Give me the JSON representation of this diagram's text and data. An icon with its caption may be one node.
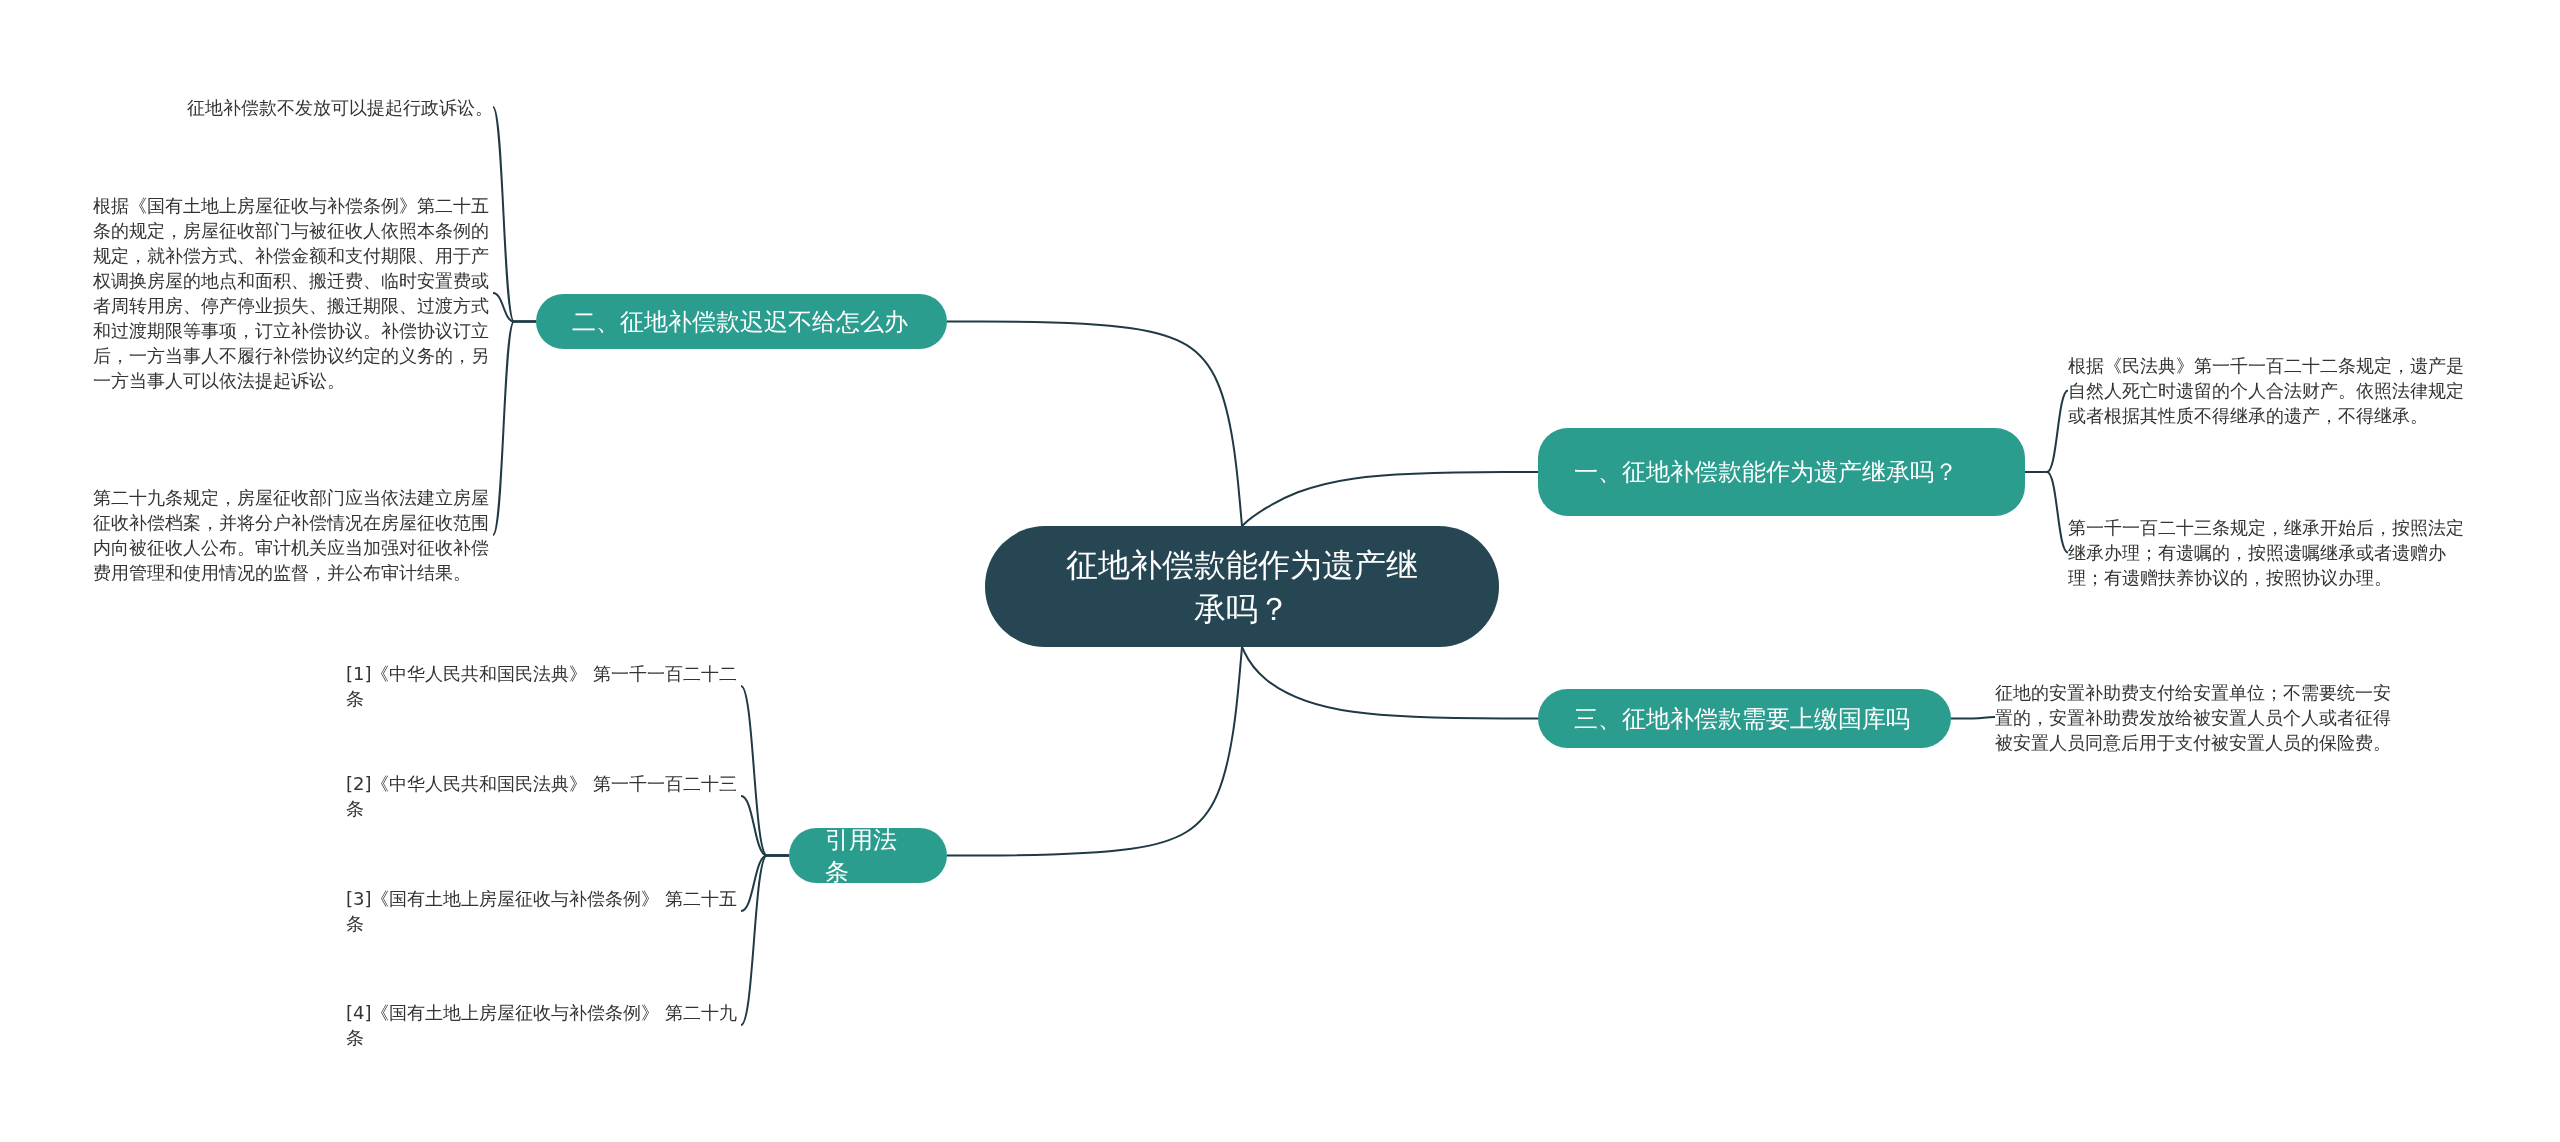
{
  "diagram": {
    "nodes": [
      {
        "text": [
          "征地补偿款能作为遗产继承吗？"
        ]
      },
      {
        "text": [
          "一、征地补偿款能作为遗产继承吗？"
        ]
      },
      {
        "text": [
          "根据《民法典》第一千一百二十二条规定，遗产是自然人死亡时遗留的个人合法财产。依照法律规定或者根据其性质不得继承的遗产，不得继承。"
        ]
      },
      {
        "text": [
          "第一千一百二十三条规定，继承开始后，按照法定继承办理；有遗嘱的，按照遗嘱继承或者遗赠办理；有遗赠扶养协议的，按照协议办理。"
        ]
      },
      {
        "text": [
          "三、征地补偿款需要上缴国库吗"
        ]
      },
      {
        "text": [
          "征地的安置补助费支付给安置单位；不需要统一安置的，安置补助费发放给被安置人员个人或者征得被安置人员同意后用于支付被安置人员的保险费。"
        ]
      },
      {
        "text": [
          "二、征地补偿款迟迟不给怎么办"
        ]
      },
      {
        "text": [
          "征地补偿款不发放可以提起行政诉讼。"
        ]
      },
      {
        "text": [
          "根据《国有土地上房屋征收与补偿条例》第二十五条的规定，房屋征收部门与被征收人依照本条例的规定，就补偿方式、补偿金额和支付期限、用于产权调换房屋的地点和面积、搬迁费、临时安置费或者周转用房、停产停业损失、搬迁期限、过渡方式和过渡期限等事项，订立补偿协议。补偿协议订立后，一方当事人不履行补偿协议约定的义务的，另一方当事人可以依法提起诉讼。"
        ]
      },
      {
        "text": [
          "第二十九条规定，房屋征收部门应当依法建立房屋征收补偿档案，并将分户补偿情况在房屋征收范围内向被征收人公布。审计机关应当加强对征收补偿费用管理和使用情况的监督，并公布审计结果。"
        ]
      },
      {
        "text": [
          "引用法条"
        ]
      },
      {
        "text": [
          "[1]《中华人民共和国民法典》 第一千一百二十二条"
        ]
      },
      {
        "text": [
          "[2]《中华人民共和国民法典》 第一千一百二十三条"
        ]
      },
      {
        "text": [
          "[3]《国有土地上房屋征收与补偿条例》 第二十五条"
        ]
      },
      {
        "text": [
          "[4]《国有土地上房屋征收与补偿条例》 第二十九条"
        ]
      }
    ],
    "edges": [
      {
        "from": 0,
        "to": 1,
        "arrow": "none"
      },
      {
        "from": 1,
        "to": 2,
        "arrow": "none"
      },
      {
        "from": 1,
        "to": 3,
        "arrow": "none"
      },
      {
        "from": 0,
        "to": 4,
        "arrow": "none"
      },
      {
        "from": 4,
        "to": 5,
        "arrow": "none"
      },
      {
        "from": 0,
        "to": 6,
        "arrow": "none"
      },
      {
        "from": 6,
        "to": 7,
        "arrow": "none"
      },
      {
        "from": 6,
        "to": 8,
        "arrow": "none"
      },
      {
        "from": 6,
        "to": 9,
        "arrow": "none"
      },
      {
        "from": 0,
        "to": 10,
        "arrow": "none"
      },
      {
        "from": 10,
        "to": 11,
        "arrow": "none"
      },
      {
        "from": 10,
        "to": 12,
        "arrow": "none"
      },
      {
        "from": 10,
        "to": 13,
        "arrow": "none"
      },
      {
        "from": 10,
        "to": 14,
        "arrow": "none"
      }
    ]
  }
}
